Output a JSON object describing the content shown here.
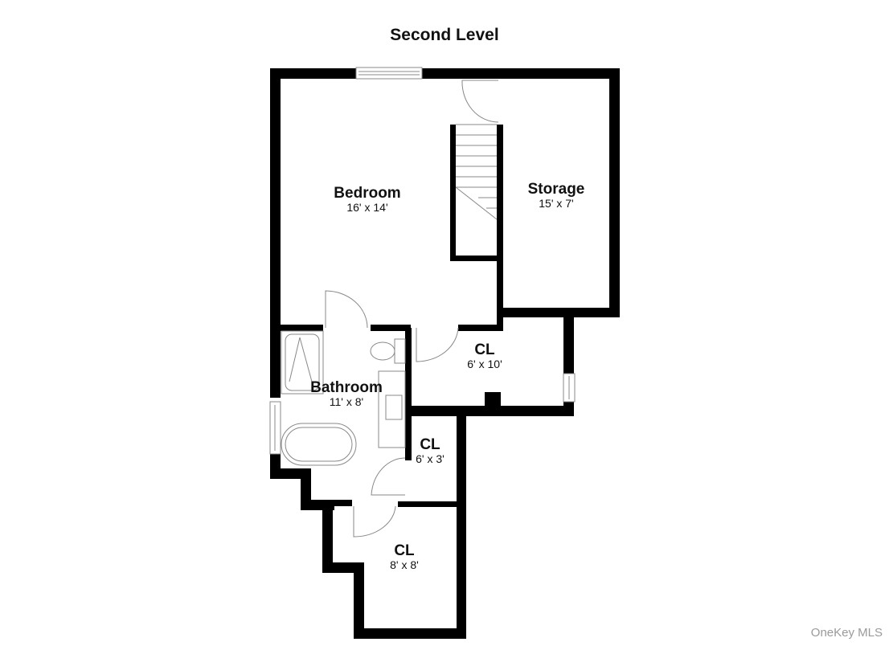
{
  "title": "Second Level",
  "rooms": [
    {
      "name": "Bedroom",
      "dims": "16' x 14'"
    },
    {
      "name": "Storage",
      "dims": "15' x 7'"
    },
    {
      "name": "CL",
      "dims": "6' x 10'"
    },
    {
      "name": "Bathroom",
      "dims": "11' x 8'"
    },
    {
      "name": "CL",
      "dims": "6' x 3'"
    },
    {
      "name": "CL",
      "dims": "8' x 8'"
    }
  ],
  "watermark": "OneKey MLS",
  "colors": {
    "wall": "#000000",
    "fixture_line": "#888888",
    "background": "#ffffff"
  }
}
